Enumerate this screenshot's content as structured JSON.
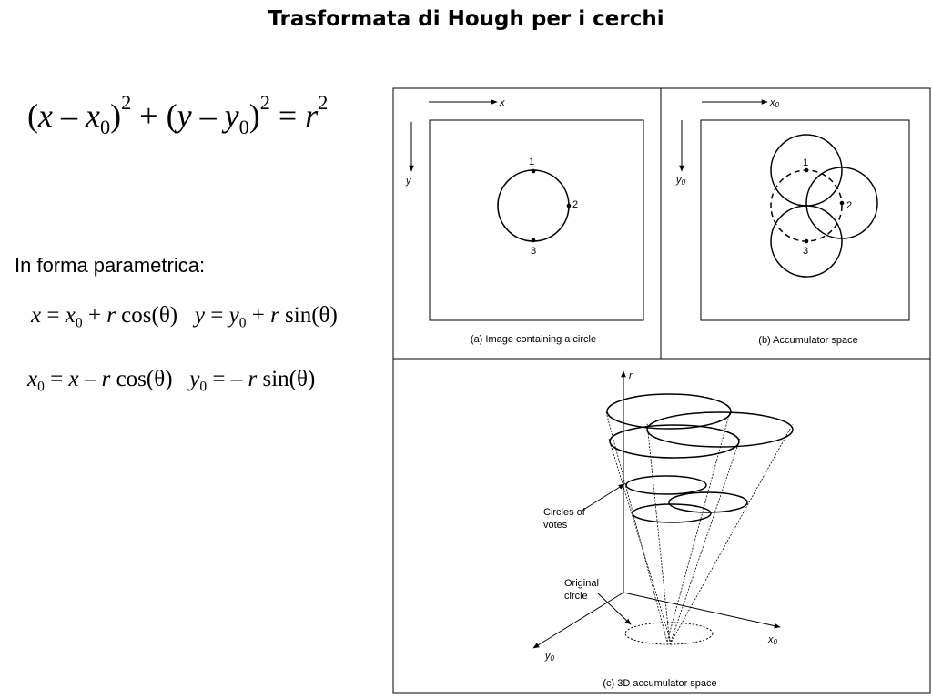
{
  "title": "Trasformata di Hough per i cerchi",
  "equation_main": {
    "x": "x",
    "x0": "x",
    "y": "y",
    "y0": "y",
    "r": "r",
    "sub0": "0",
    "exp": "2",
    "minus": "–",
    "plus": "+",
    "equals": "="
  },
  "param_label": "In forma parametrica:",
  "eq_param_1": {
    "x": "x",
    "equals": "=",
    "x0": "x",
    "sub0": "0",
    "plus": "+",
    "r": "r",
    "cos": "cos(θ)",
    "y": "y",
    "y0": "y",
    "sin": "sin(θ)"
  },
  "eq_param_2": {
    "x0": "x",
    "sub0": "0",
    "equals": "=",
    "x": "x",
    "minus": "–",
    "r": "r",
    "cos": "cos(θ)",
    "y0": "y",
    "neg": "–",
    "sin": "sin(θ)"
  },
  "figure": {
    "panel_a": {
      "caption": "(a) Image containing a circle",
      "axis_x": "x",
      "axis_y": "y",
      "points": [
        "1",
        "2",
        "3"
      ]
    },
    "panel_b": {
      "caption": "(b) Accumulator space",
      "axis_x": "x",
      "axis_x_sub": "0",
      "axis_y": "y",
      "axis_y_sub": "0",
      "points": [
        "1",
        "2",
        "3"
      ]
    },
    "panel_c": {
      "caption": "(c) 3D accumulator space",
      "axis_r": "r",
      "axis_x": "x",
      "axis_x_sub": "0",
      "axis_y": "y",
      "axis_y_sub": "0",
      "label_votes_1": "Circles of",
      "label_votes_2": "votes",
      "label_original_1": "Original",
      "label_original_2": "circle"
    }
  }
}
